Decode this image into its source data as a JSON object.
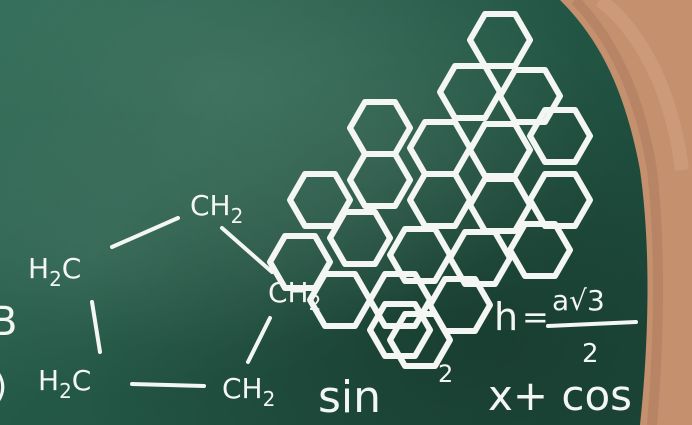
{
  "chalkboard": {
    "color": "#2a5f4d",
    "chalk_color": "#f3f6f2",
    "skin_color": "#c99574"
  },
  "cyclopentane": {
    "top": {
      "main": "CH",
      "sub": "2"
    },
    "right": {
      "main": "CH",
      "sub": "2"
    },
    "bottom_right": {
      "main": "CH",
      "sub": "2"
    },
    "bottom_left": {
      "main": "H",
      "sub": "2",
      "tail": "C"
    },
    "left": {
      "main": "H",
      "sub": "2",
      "tail": "C"
    }
  },
  "formula": {
    "h": "h",
    "equals": "=",
    "numerator": "a√3",
    "denominator": "2"
  },
  "trig": {
    "sin": "sin",
    "sup": "2",
    "rest": "x+ cos"
  },
  "edge_marks": {
    "left_mid": "B",
    "left_bottom": ")"
  }
}
